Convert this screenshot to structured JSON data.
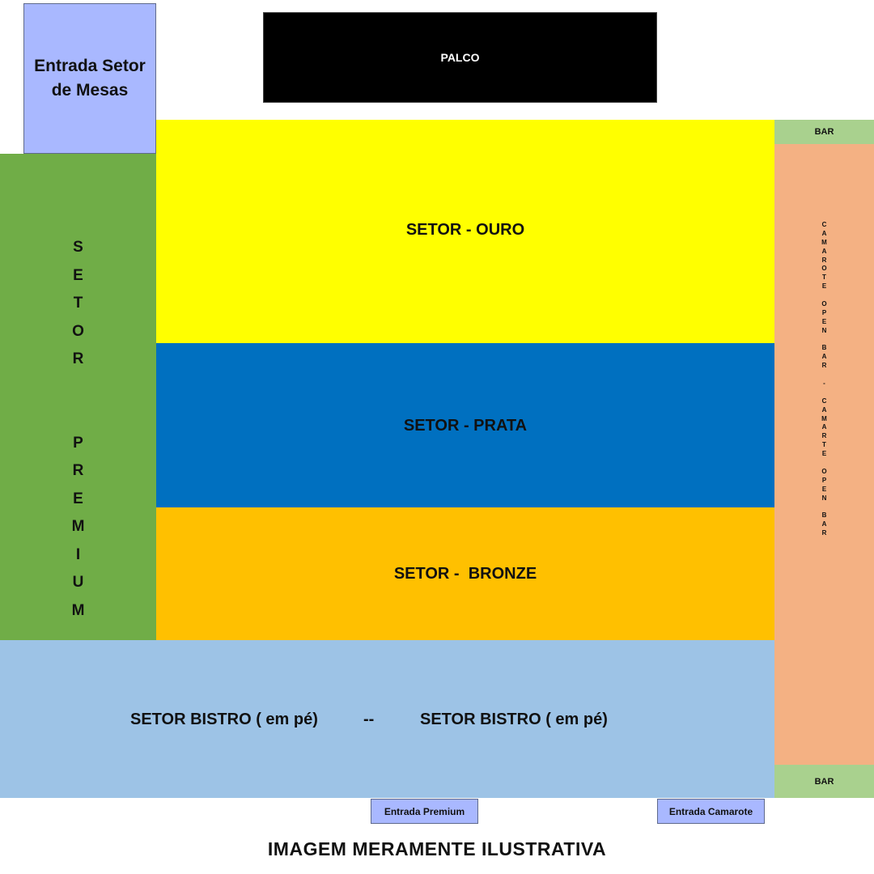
{
  "map": {
    "entrada_setor_mesas": [
      "Entrada Setor",
      "de Mesas"
    ],
    "palco": "PALCO",
    "setor_ouro": "SETOR - OURO",
    "setor_prata": "SETOR - PRATA",
    "setor_bronze": "SETOR -  BRONZE",
    "setor_premium_vertical": "SETOR  PREMIUM",
    "bistro_left": "SETOR BISTRO ( em pé)",
    "bistro_separator": "--",
    "bistro_right": "SETOR BISTRO ( em pé)",
    "bar_top": "BAR",
    "bar_bottom": "BAR",
    "camarote_vertical": "CAMAROTE OPEN BAR - CAMARTE OPEN BAR",
    "entrada_premium": "Entrada Premium",
    "entrada_camarote": "Entrada Camarote"
  },
  "colors": {
    "ouro": "#ffff00",
    "prata": "#0070c0",
    "bronze": "#ffc000",
    "premium": "#70ad47",
    "bistro": "#9dc3e6",
    "camarote": "#f4b183",
    "bar": "#a9d18e",
    "entrada": "#a9b8ff",
    "palco": "#000000"
  },
  "footer": {
    "disclaimer": "IMAGEM MERAMENTE ILUSTRATIVA"
  }
}
